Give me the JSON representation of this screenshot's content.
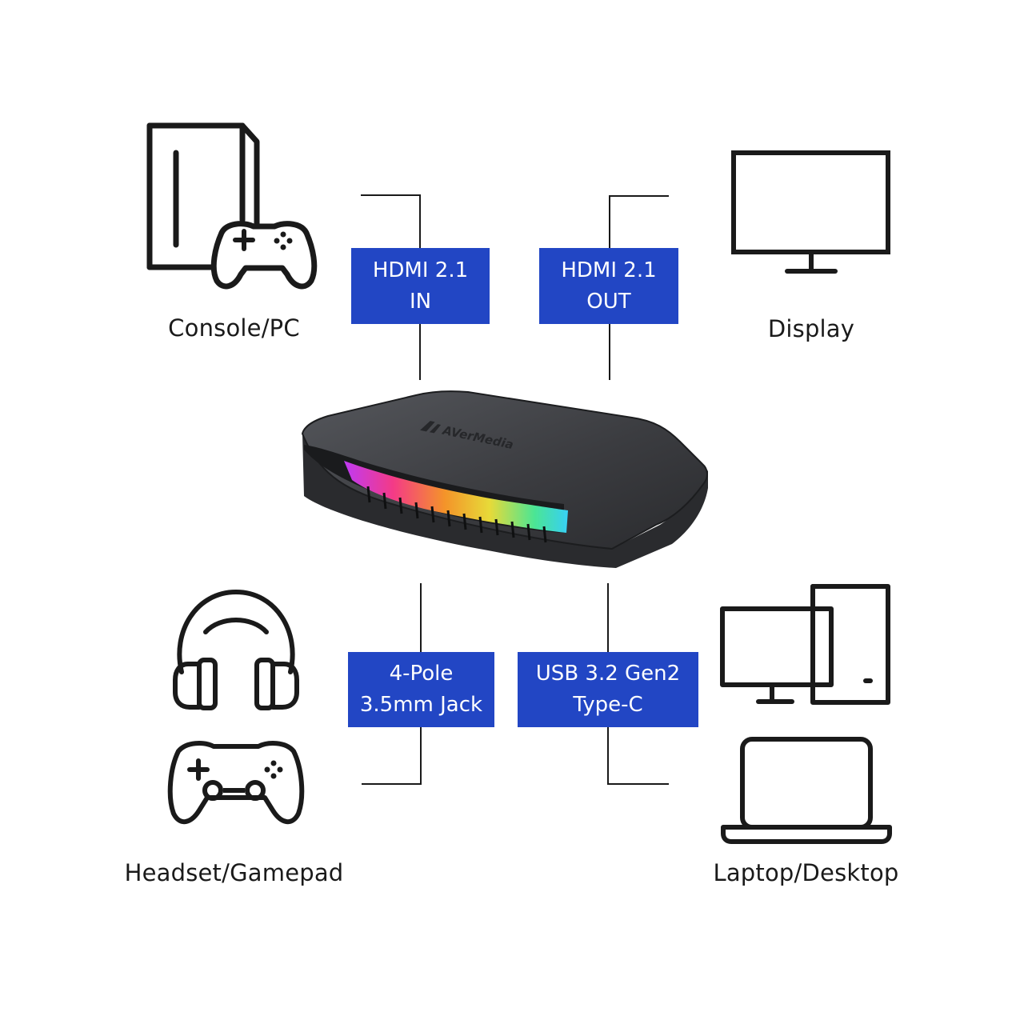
{
  "devices": {
    "console": {
      "label": "Console/PC",
      "icon": "console-tower-icon"
    },
    "display": {
      "label": "Display",
      "icon": "monitor-icon"
    },
    "headset": {
      "label": "Headset/Gamepad",
      "icon": "headset-gamepad-icon"
    },
    "laptop": {
      "label": "Laptop/Desktop",
      "icon": "laptop-desktop-icon"
    }
  },
  "ports": {
    "hdmi_in": {
      "line1": "HDMI 2.1",
      "line2": "IN"
    },
    "hdmi_out": {
      "line1": "HDMI 2.1",
      "line2": "OUT"
    },
    "audio": {
      "line1": "4-Pole",
      "line2": "3.5mm Jack"
    },
    "usb": {
      "line1": "USB 3.2 Gen2",
      "line2": "Type-C"
    }
  },
  "capture_device": {
    "brand": "AVerMedia"
  },
  "colors": {
    "port_box": "#2246c4",
    "lines": "#1a1a1a",
    "device_body": "#3a3b3f"
  }
}
